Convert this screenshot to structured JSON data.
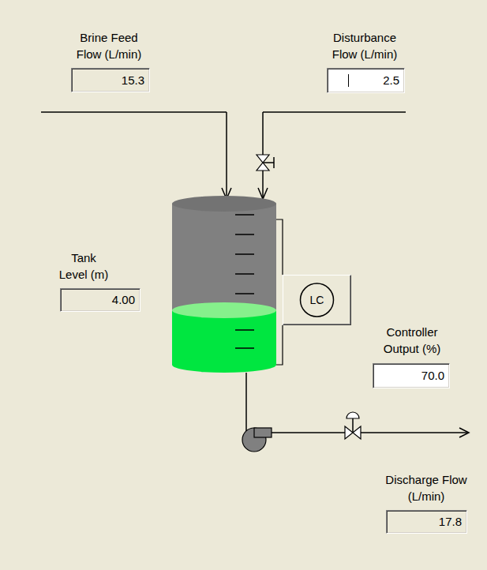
{
  "diagram": {
    "nodes": [
      {
        "text": [
          "Brine Feed Flow (L/min)",
          "15.3"
        ]
      },
      {
        "text": [
          "Disturbance Flow (L/min)",
          "2.5"
        ]
      },
      {
        "text": [
          "Tank Level (m)",
          "4.00"
        ]
      },
      {
        "text": [
          "LC"
        ]
      },
      {
        "text": [
          "Controller Output (%)",
          "70.0"
        ]
      },
      {
        "text": [
          "Discharge Flow (L/min)",
          "17.8"
        ]
      }
    ]
  }
}
